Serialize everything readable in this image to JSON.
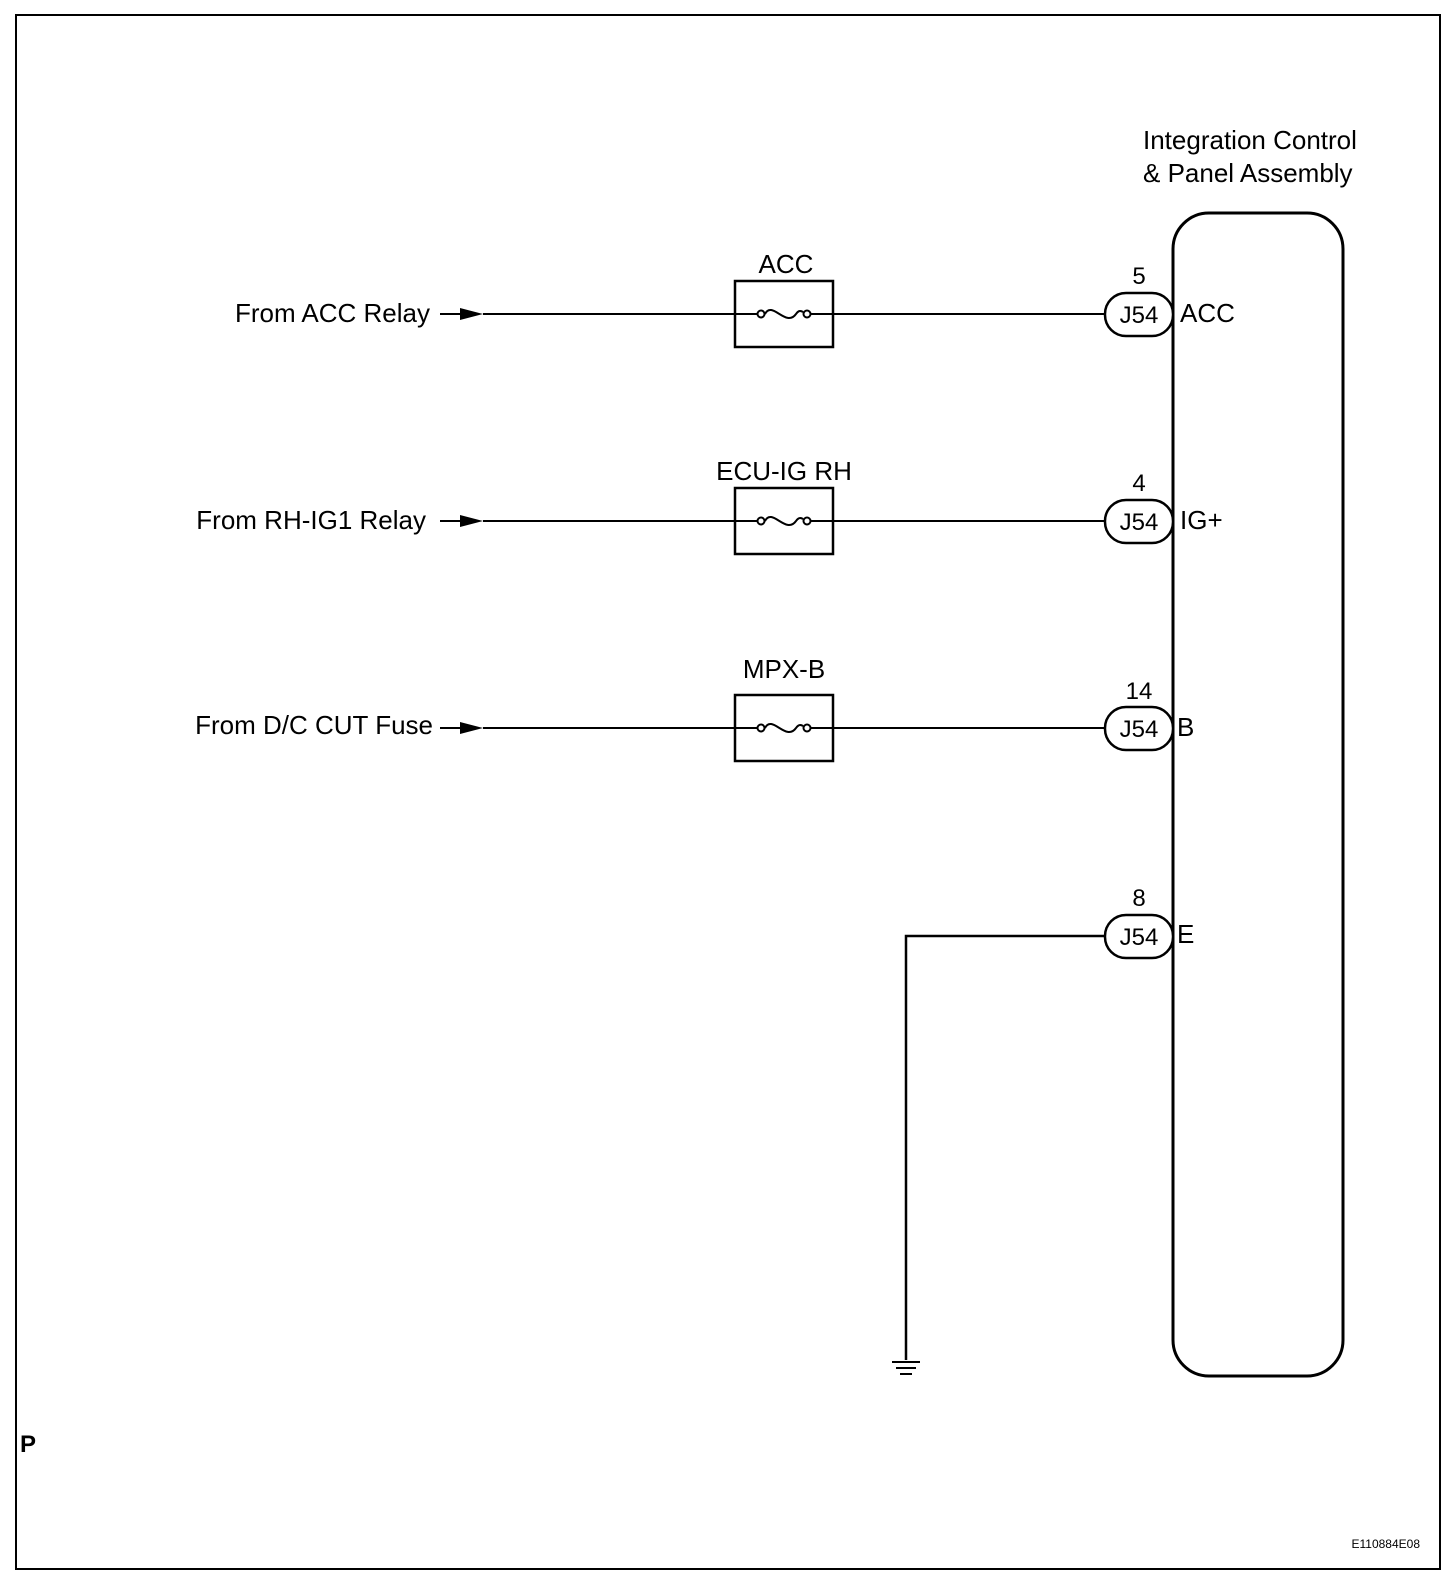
{
  "component": {
    "name_line1": "Integration Control",
    "name_line2": "& Panel Assembly"
  },
  "circuits": [
    {
      "source": "From ACC Relay",
      "fuse": "ACC",
      "pin": "5",
      "connector": "J54",
      "terminal": "ACC"
    },
    {
      "source": "From RH-IG1 Relay",
      "fuse": "ECU-IG RH",
      "pin": "4",
      "connector": "J54",
      "terminal": "IG+"
    },
    {
      "source": "From D/C CUT Fuse",
      "fuse": "MPX-B",
      "pin": "14",
      "connector": "J54",
      "terminal": "B"
    }
  ],
  "ground": {
    "pin": "8",
    "connector": "J54",
    "terminal": "E"
  },
  "corner_mark": "P",
  "figure_id": "E110884E08"
}
